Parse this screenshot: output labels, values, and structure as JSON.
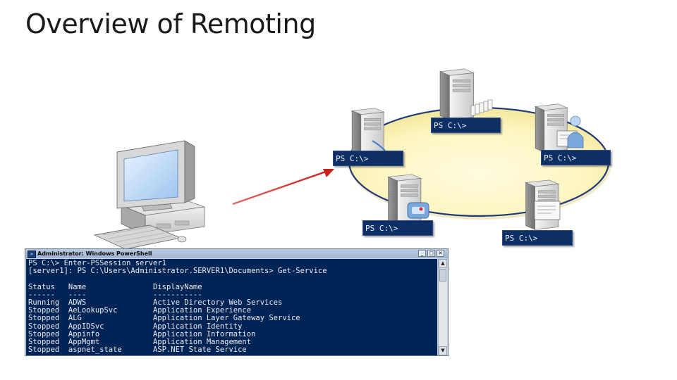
{
  "slide": {
    "title": "Overview of Remoting"
  },
  "server_prompts": [
    {
      "id": "top",
      "text": "PS C:\\>"
    },
    {
      "id": "upper-left",
      "text": "PS C:\\>"
    },
    {
      "id": "upper-right",
      "text": "PS C:\\>"
    },
    {
      "id": "lower-left",
      "text": "PS C:\\>"
    },
    {
      "id": "lower-right",
      "text": "PS C:\\>"
    }
  ],
  "ps_window": {
    "title": "Administrator: Windows PowerShell",
    "buttons": {
      "minimize": "_",
      "maximize": "□",
      "close": "✕"
    },
    "scroll_up": "▲",
    "scroll_down": "▼",
    "lines": [
      "PS C:\\> Enter-PSSession server1",
      "[server1]: PS C:\\Users\\Administrator.SERVER1\\Documents> Get-Service",
      "",
      "Status   Name               DisplayName",
      "------   ----               -----------",
      "Running  ADWS               Active Directory Web Services",
      "Stopped  AeLookupSvc        Application Experience",
      "Stopped  ALG                Application Layer Gateway Service",
      "Stopped  AppIDSvc           Application Identity",
      "Stopped  Appinfo            Application Information",
      "Stopped  AppMgmt            Application Management",
      "Stopped  aspnet_state       ASP.NET State Service"
    ]
  },
  "icons": {
    "client": "desktop-computer-icon",
    "server": "server-tower-icon",
    "arrow": "remote-connection-arrow"
  },
  "colors": {
    "console_bg": "#012456",
    "label_bg": "#0d2f63",
    "arrow": "#c8201b",
    "ring_fill": "#fdf5c0"
  }
}
